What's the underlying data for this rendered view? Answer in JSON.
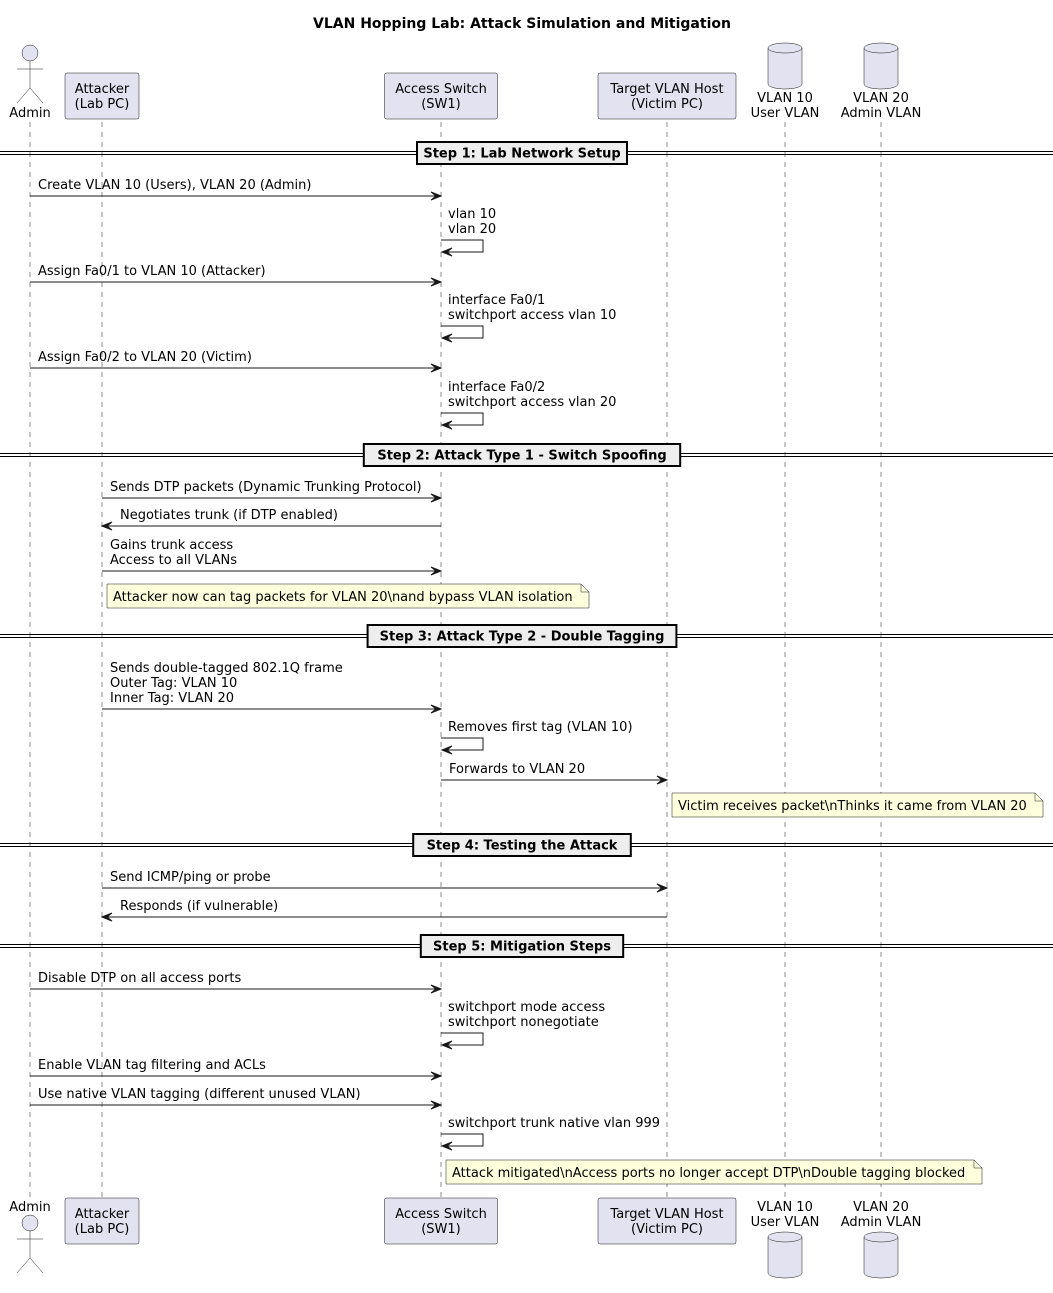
{
  "title": "VLAN Hopping Lab: Attack Simulation and Mitigation",
  "participants": [
    {
      "id": "admin",
      "kind": "actor",
      "lines": [
        "Admin"
      ]
    },
    {
      "id": "attacker",
      "kind": "box",
      "lines": [
        "Attacker",
        "(Lab PC)"
      ]
    },
    {
      "id": "switch",
      "kind": "box",
      "lines": [
        "Access Switch",
        "(SW1)"
      ]
    },
    {
      "id": "target",
      "kind": "box",
      "lines": [
        "Target VLAN Host",
        "(Victim PC)"
      ]
    },
    {
      "id": "vlan10",
      "kind": "database",
      "lines": [
        "VLAN 10",
        "User VLAN"
      ]
    },
    {
      "id": "vlan20",
      "kind": "database",
      "lines": [
        "VLAN 20",
        "Admin VLAN"
      ]
    }
  ],
  "sequence": [
    {
      "type": "divider",
      "label": "Step 1: Lab Network Setup"
    },
    {
      "type": "message",
      "from": "admin",
      "to": "switch",
      "lines": [
        "Create VLAN 10 (Users), VLAN 20 (Admin)"
      ]
    },
    {
      "type": "self",
      "on": "switch",
      "lines": [
        "vlan 10",
        " vlan 20"
      ]
    },
    {
      "type": "message",
      "from": "admin",
      "to": "switch",
      "lines": [
        "Assign Fa0/1 to VLAN 10 (Attacker)"
      ]
    },
    {
      "type": "self",
      "on": "switch",
      "lines": [
        "interface Fa0/1",
        " switchport access vlan 10"
      ]
    },
    {
      "type": "message",
      "from": "admin",
      "to": "switch",
      "lines": [
        "Assign Fa0/2 to VLAN 20 (Victim)"
      ]
    },
    {
      "type": "self",
      "on": "switch",
      "lines": [
        "interface Fa0/2",
        " switchport access vlan 20"
      ]
    },
    {
      "type": "divider",
      "label": "Step 2: Attack Type 1 - Switch Spoofing"
    },
    {
      "type": "message",
      "from": "attacker",
      "to": "switch",
      "lines": [
        "Sends DTP packets (Dynamic Trunking Protocol)"
      ]
    },
    {
      "type": "message",
      "from": "switch",
      "to": "attacker",
      "lines": [
        "Negotiates trunk (if DTP enabled)"
      ]
    },
    {
      "type": "message",
      "from": "attacker",
      "to": "switch",
      "lines": [
        "Gains trunk access",
        "Access to all VLANs"
      ]
    },
    {
      "type": "note",
      "over": "attacker",
      "text": "Attacker now can tag packets for VLAN 20\\nand bypass VLAN isolation"
    },
    {
      "type": "divider",
      "label": "Step 3: Attack Type 2 - Double Tagging"
    },
    {
      "type": "message",
      "from": "attacker",
      "to": "switch",
      "lines": [
        "Sends double-tagged 802.1Q frame",
        "Outer Tag: VLAN 10",
        "Inner Tag: VLAN 20"
      ]
    },
    {
      "type": "self",
      "on": "switch",
      "lines": [
        "Removes first tag (VLAN 10)"
      ]
    },
    {
      "type": "message",
      "from": "switch",
      "to": "target",
      "lines": [
        "Forwards to VLAN 20"
      ]
    },
    {
      "type": "note",
      "over": "target",
      "text": "Victim receives packet\\nThinks it came from VLAN 20"
    },
    {
      "type": "divider",
      "label": "Step 4: Testing the Attack"
    },
    {
      "type": "message",
      "from": "attacker",
      "to": "target",
      "lines": [
        "Send ICMP/ping or probe"
      ]
    },
    {
      "type": "message",
      "from": "target",
      "to": "attacker",
      "lines": [
        "Responds (if vulnerable)"
      ]
    },
    {
      "type": "divider",
      "label": "Step 5: Mitigation Steps"
    },
    {
      "type": "message",
      "from": "admin",
      "to": "switch",
      "lines": [
        "Disable DTP on all access ports"
      ]
    },
    {
      "type": "self",
      "on": "switch",
      "lines": [
        "switchport mode access",
        " switchport nonegotiate"
      ]
    },
    {
      "type": "message",
      "from": "admin",
      "to": "switch",
      "lines": [
        "Enable VLAN tag filtering and ACLs"
      ]
    },
    {
      "type": "message",
      "from": "admin",
      "to": "switch",
      "lines": [
        "Use native VLAN tagging (different unused VLAN)"
      ]
    },
    {
      "type": "self",
      "on": "switch",
      "lines": [
        "switchport trunk native vlan 999"
      ]
    },
    {
      "type": "note",
      "over": "switch",
      "text": "Attack mitigated\\nAccess ports no longer accept DTP\\nDouble tagging blocked"
    }
  ],
  "colors": {
    "participant_fill": "#E2E2F0",
    "note_fill": "#FEFFDD",
    "divider_fill": "#EEEEEE",
    "line": "#181818"
  }
}
